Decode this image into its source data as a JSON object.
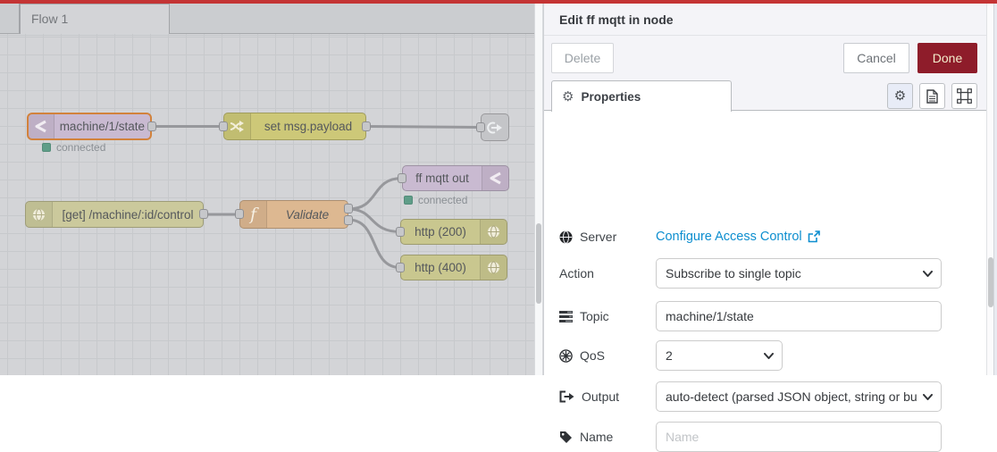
{
  "topbar": {
    "color": "#c43434"
  },
  "workspace": {
    "tab_label": "Flow 1",
    "nodes": [
      {
        "label": "machine/1/state",
        "status": "connected"
      },
      {
        "label": "set msg.payload"
      },
      {
        "label": ""
      },
      {
        "label": "[get] /machine/:id/control"
      },
      {
        "label": "Validate"
      },
      {
        "label": "ff mqtt out",
        "status": "connected"
      },
      {
        "label": "http (200)"
      },
      {
        "label": "http (400)"
      }
    ]
  },
  "panel": {
    "title": "Edit ff mqtt in node",
    "delete_label": "Delete",
    "cancel_label": "Cancel",
    "done_label": "Done",
    "properties_tab_label": "Properties",
    "fields": {
      "server_label": "Server",
      "server_link": "Configure Access Control",
      "action_label": "Action",
      "action_value": "Subscribe to single topic",
      "topic_label": "Topic",
      "topic_value": "machine/1/state",
      "qos_label": "QoS",
      "qos_value": "2",
      "output_label": "Output",
      "output_value": "auto-detect (parsed JSON object, string or buffer)",
      "name_label": "Name",
      "name_placeholder": "Name"
    },
    "colors": {
      "done_bg": "#8e1c2a",
      "link": "#0d8ecf",
      "selected_node_border": "#d2823c"
    }
  }
}
